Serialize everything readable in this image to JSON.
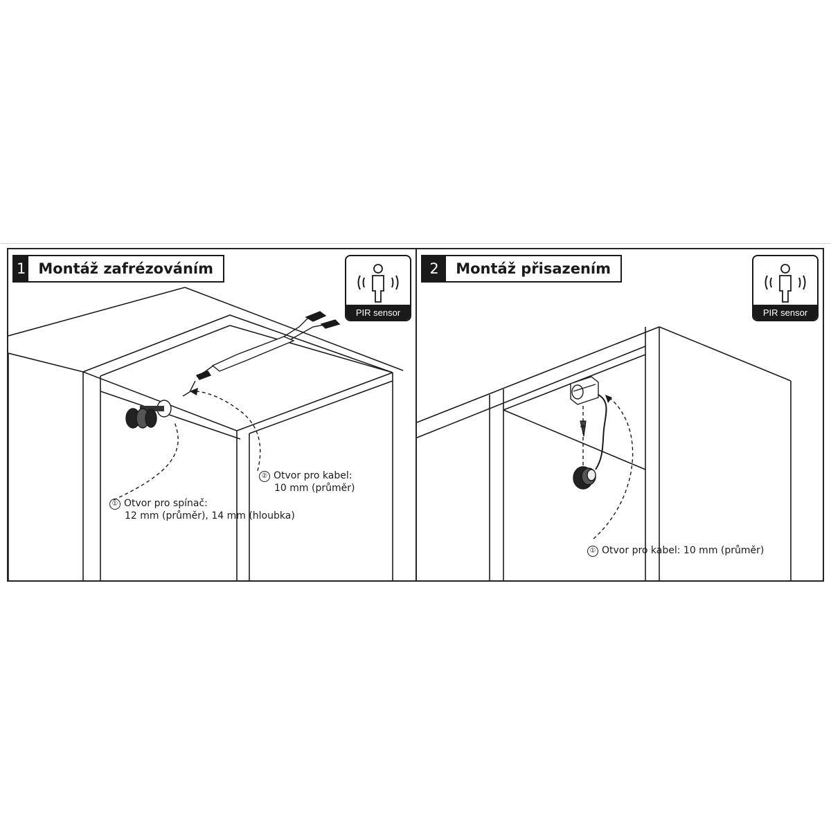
{
  "panels": [
    {
      "step": "1",
      "title": "Montáž zafrézováním",
      "badge": "PIR sensor",
      "notes": [
        {
          "num": "②",
          "line1": "Otvor pro kabel:",
          "line2": "10 mm (průměr)"
        },
        {
          "num": "①",
          "line1": "Otvor pro spínač:",
          "line2": "12 mm (průměr), 14 mm (hloubka)"
        }
      ]
    },
    {
      "step": "2",
      "title": "Montáž přisazením",
      "badge": "PIR sensor",
      "notes": [
        {
          "num": "①",
          "line1": "Otvor pro kabel: 10 mm (průměr)"
        }
      ]
    }
  ],
  "colors": {
    "line": "#1a1a1a",
    "badge_bg": "#1a1a1a",
    "page_bg": "#ffffff"
  }
}
